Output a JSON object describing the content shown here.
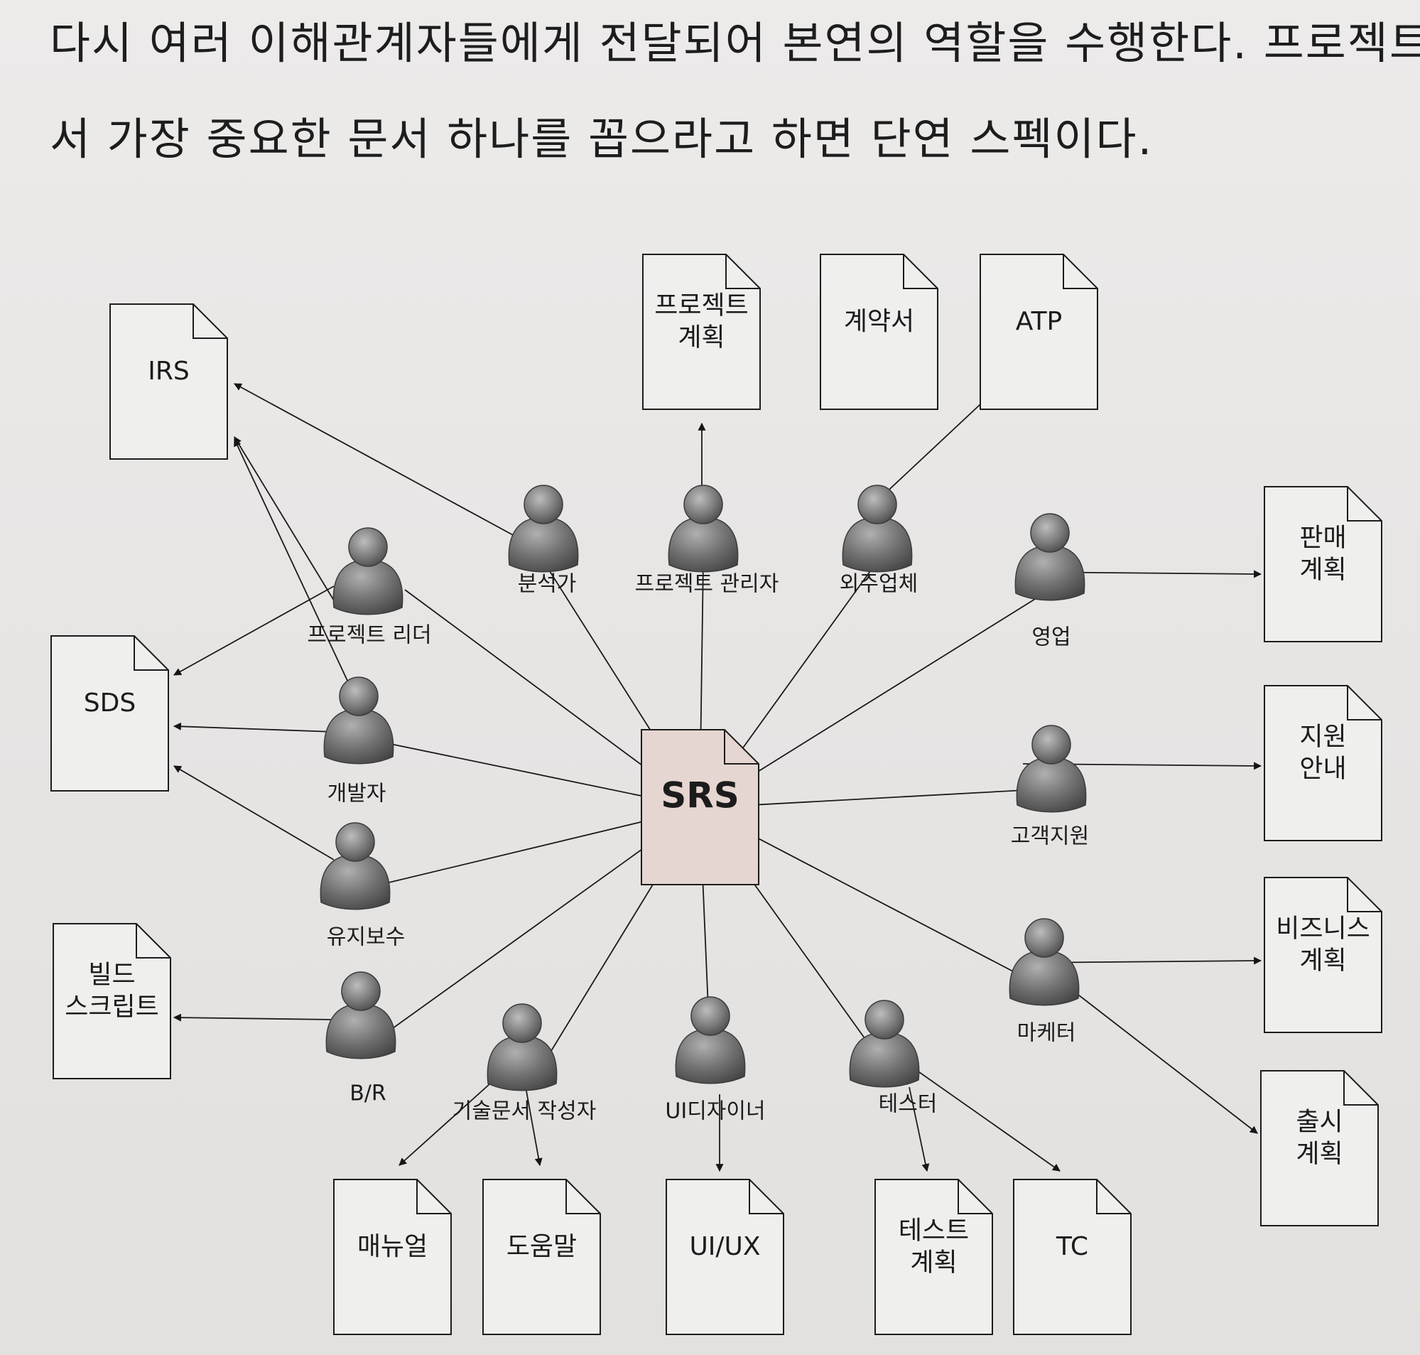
{
  "body_text": {
    "line1": "다시 여러 이해관계자들에게 전달되어 본연의 역할을 수행한다. 프로젝트에",
    "line2": "서 가장 중요한 문서 하나를 꼽으라고 하면 단연 스펙이다."
  },
  "center_doc": {
    "label": "SRS",
    "color": "#e6d6d1"
  },
  "documents": [
    {
      "id": "irs",
      "lines": [
        "IRS"
      ]
    },
    {
      "id": "sds",
      "lines": [
        "SDS"
      ]
    },
    {
      "id": "build",
      "lines": [
        "빌드",
        "스크립트"
      ]
    },
    {
      "id": "project-plan",
      "lines": [
        "프로젝트",
        "계획"
      ]
    },
    {
      "id": "contract",
      "lines": [
        "계약서"
      ]
    },
    {
      "id": "atp",
      "lines": [
        "ATP"
      ]
    },
    {
      "id": "sales-plan",
      "lines": [
        "판매",
        "계획"
      ]
    },
    {
      "id": "support-guide",
      "lines": [
        "지원",
        "안내"
      ]
    },
    {
      "id": "business-plan",
      "lines": [
        "비즈니스",
        "계획"
      ]
    },
    {
      "id": "release-plan",
      "lines": [
        "출시",
        "계획"
      ]
    },
    {
      "id": "manual",
      "lines": [
        "매뉴얼"
      ]
    },
    {
      "id": "help",
      "lines": [
        "도움말"
      ]
    },
    {
      "id": "uiux",
      "lines": [
        "UI/UX"
      ]
    },
    {
      "id": "test-plan",
      "lines": [
        "테스트",
        "계획"
      ]
    },
    {
      "id": "tc",
      "lines": [
        "TC"
      ]
    }
  ],
  "people": [
    {
      "id": "analyst",
      "label": "분석가"
    },
    {
      "id": "pm",
      "label": "프로젝트 관리자"
    },
    {
      "id": "outsourcer",
      "label": "외주업체"
    },
    {
      "id": "sales",
      "label": "영업"
    },
    {
      "id": "project-lead",
      "label": "프로젝트 리더"
    },
    {
      "id": "developer",
      "label": "개발자"
    },
    {
      "id": "maintenance",
      "label": "유지보수"
    },
    {
      "id": "br",
      "label": "B/R"
    },
    {
      "id": "tech-writer",
      "label": "기술문서 작성자"
    },
    {
      "id": "ui-designer",
      "label": "UI디자이너"
    },
    {
      "id": "tester",
      "label": "테스터"
    },
    {
      "id": "customer-support",
      "label": "고객지원"
    },
    {
      "id": "marketer",
      "label": "마케터"
    }
  ]
}
